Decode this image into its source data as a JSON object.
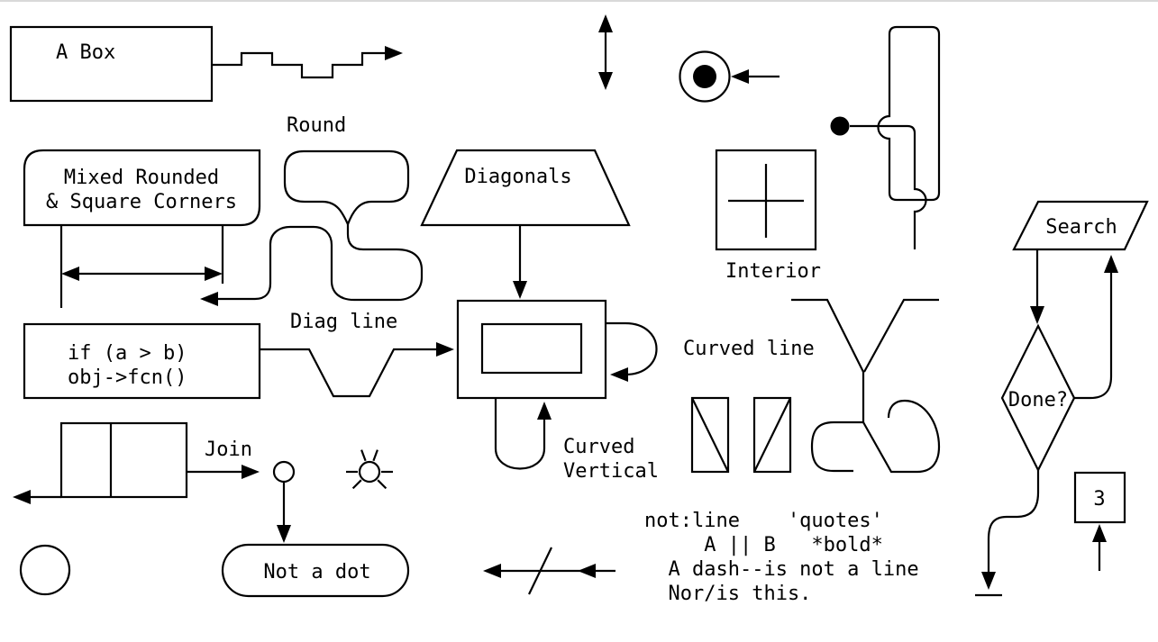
{
  "colors": {
    "background": "#ffffff",
    "stroke": "#000000",
    "top_border": "#d9d9d9"
  },
  "labels": {
    "a_box": "A Box",
    "round": "Round",
    "mixed_line1": "Mixed Rounded",
    "mixed_line2": "& Square Corners",
    "diagonals": "Diagonals",
    "diag_line": "Diag line",
    "if_line1": "if (a > b)",
    "if_line2": "obj->fcn()",
    "interior": "Interior",
    "curved_line": "Curved line",
    "curved_vertical_line1": "Curved",
    "curved_vertical_line2": "Vertical",
    "join": "Join",
    "not_a_dot": "Not a dot",
    "search": "Search",
    "done": "Done?",
    "three": "3"
  },
  "text_block": {
    "line1": "not:line    'quotes'",
    "line2": "     A || B   *bold*",
    "line3": "  A dash--is not a line",
    "line4": "  Nor/is this."
  }
}
